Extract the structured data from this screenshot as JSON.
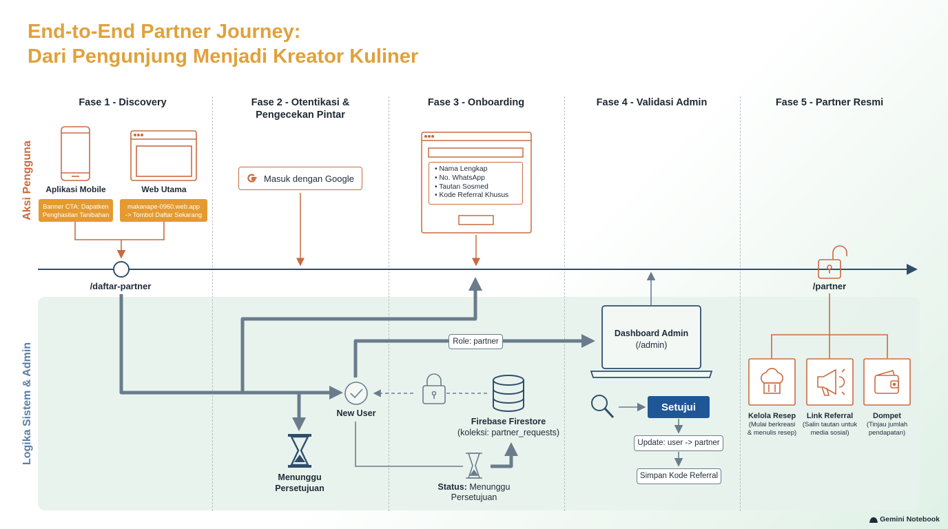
{
  "title": {
    "line1": "End-to-End Partner Journey:",
    "line2": "Dari Pengunjung Menjadi Kreator Kuliner"
  },
  "lanes": {
    "user": "Aksi Pengguna",
    "system": "Logika Sistem & Admin"
  },
  "phases": [
    {
      "label": "Fase 1 - Discovery"
    },
    {
      "label": "Fase 2 - Otentikasi &\nPengecekan Pintar"
    },
    {
      "label": "Fase 3 - Onboarding"
    },
    {
      "label": "Fase 4 - Validasi Admin"
    },
    {
      "label": "Fase 5 - Partner Resmi"
    }
  ],
  "discovery": {
    "mobile_label": "Aplikasi Mobile",
    "web_label": "Web Utama",
    "mobile_box": "Banner CTA: Dapatken\nPenghasilan Tanibahan",
    "web_box": "makanape-0960.web.app\n-> Tombol Daftar Sekarang",
    "route": "/daftar-partner"
  },
  "auth": {
    "google_button": "Masuk dengan Google",
    "google_icon": "google-g-icon"
  },
  "onboarding": {
    "fields": [
      "Nama Lengkap",
      "No. WhatsApp",
      "Tautan Sosmed",
      "Kode Referral Khusus"
    ]
  },
  "system": {
    "new_user": "New User",
    "waiting": "Menunggu\nPersetujuan",
    "role_pill": "Role: partner",
    "db_title": "Firebase Firestore",
    "db_sub": "(koleksi: partner_requests)",
    "status_label": "Status:",
    "status_value": " Menunggu\nPersetujuan",
    "dashboard_title": "Dashboard Admin",
    "dashboard_sub": "(/admin)",
    "approve_button": "Setujui",
    "update_pill": "Update: user -> partner",
    "save_pill": "Simpan Kode Referral"
  },
  "partner": {
    "route": "/partner",
    "features": [
      {
        "title": "Kelola Resep",
        "desc": "(Mulai berkreasi\n& menulis resep)",
        "icon": "chef-hat-icon"
      },
      {
        "title": "Link Referral",
        "desc": "(Salin tautan untuk\nmedia sosial)",
        "icon": "megaphone-icon"
      },
      {
        "title": "Dompet",
        "desc": "(Tinjau jumlah\npendapatan)",
        "icon": "wallet-icon"
      }
    ]
  },
  "footer": {
    "brand": "Gemini Notebook"
  },
  "colors": {
    "title": "#e0a13c",
    "orange": "#c96a3f",
    "slate": "#6a7c8c",
    "navy": "#1f5796",
    "lane_user": "#c96a3f",
    "lane_system": "#5a7da8"
  }
}
